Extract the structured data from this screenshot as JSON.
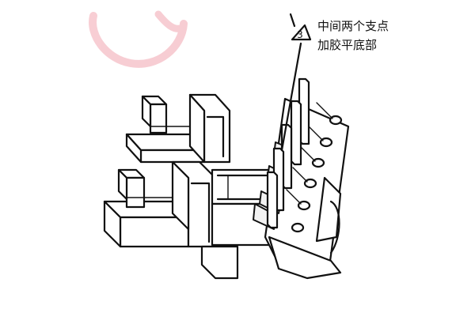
{
  "callout": {
    "number": "3",
    "line1": "中间两个支点",
    "line2": "加胶平底部"
  },
  "colors": {
    "line": "#111111",
    "background": "#ffffff",
    "watermark": "#f2a5b0"
  }
}
